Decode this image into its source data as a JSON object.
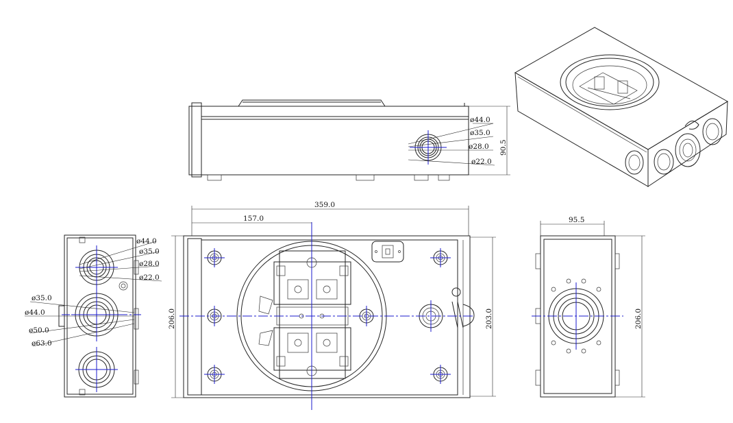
{
  "top_view": {
    "dims": {
      "d1": "ø44.0",
      "d2": "ø35.0",
      "d3": "ø28.0",
      "d4": "ø22.0",
      "height": "90.5"
    }
  },
  "front_view": {
    "dims": {
      "overall_width": "359.0",
      "center_offset": "157.0",
      "left_height": "206.0",
      "right_height": "203.0"
    }
  },
  "left_view": {
    "dims": {
      "small_1": "ø44.0",
      "small_2": "ø35.0",
      "small_3": "ø28.0",
      "small_4": "ø22.0",
      "large_1": "ø35.0",
      "large_2": "ø44.0",
      "large_3": "ø50.0",
      "large_4": "ø63.0"
    }
  },
  "right_view": {
    "dims": {
      "width": "95.5",
      "height": "206.0"
    }
  },
  "colors": {
    "line": "#222222",
    "centerline": "#1a1acc"
  }
}
